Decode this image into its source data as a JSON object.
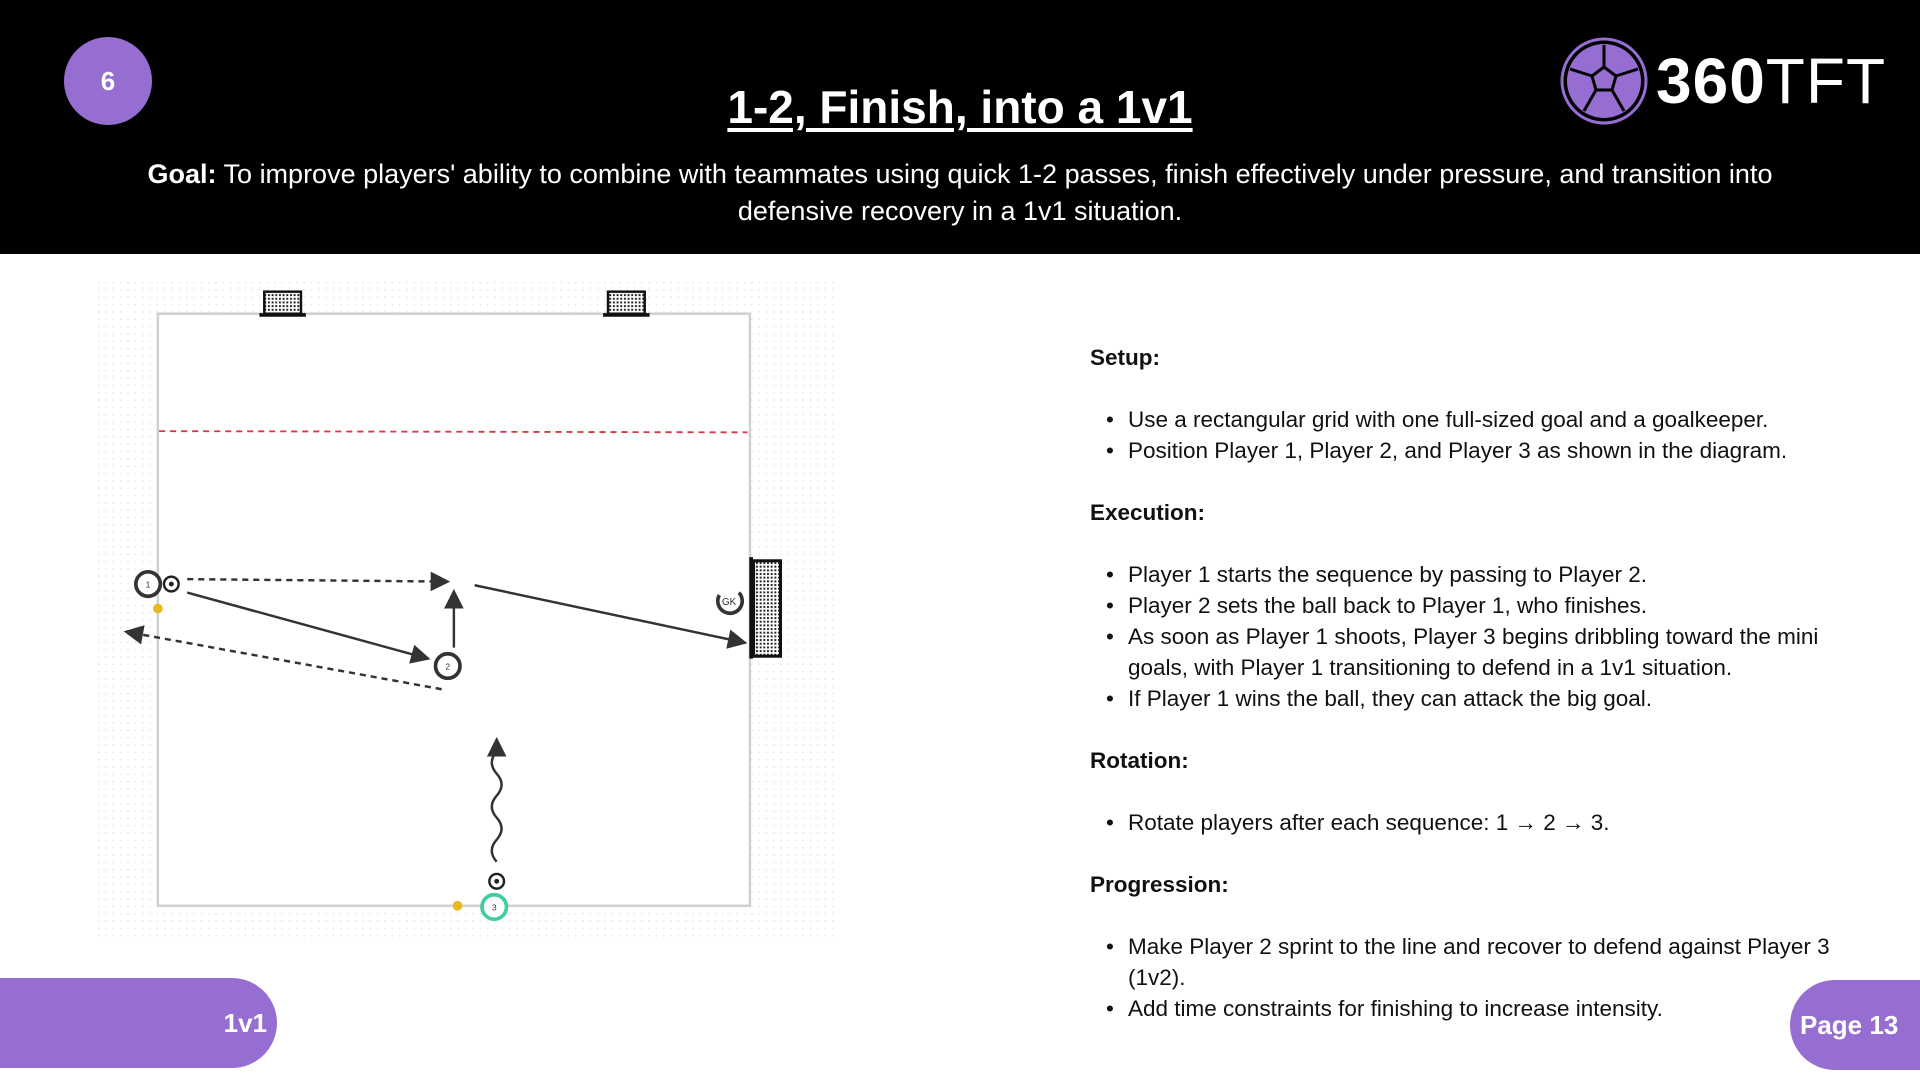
{
  "header": {
    "badge_number": "6",
    "title": "1-2, Finish, into a 1v1",
    "goal_label": "Goal:",
    "goal_text": " To improve players' ability to combine with teammates using quick 1-2 passes, finish effectively under pressure, and transition into defensive recovery in a 1v1 situation.",
    "logo_bold": "360",
    "logo_light": "TFT"
  },
  "diagram": {
    "player_labels": [
      "1",
      "2",
      "3",
      "GK"
    ]
  },
  "sections": [
    {
      "heading": "Setup:",
      "items": [
        "Use a rectangular grid with one full-sized goal and a goalkeeper.",
        "Position Player 1, Player 2, and Player 3 as shown in the diagram."
      ]
    },
    {
      "heading": "Execution:",
      "items": [
        "Player 1 starts the sequence by passing to Player 2.",
        "Player 2 sets the ball back to Player 1, who finishes.",
        "As soon as Player 1 shoots, Player 3 begins dribbling toward the mini goals, with Player 1 transitioning to defend in a 1v1 situation.",
        "If Player 1 wins the ball, they can attack the big goal."
      ]
    },
    {
      "heading": "Rotation:",
      "items": [
        "Rotate players after each sequence: 1 → 2 → 3."
      ]
    },
    {
      "heading": "Progression:",
      "items": [
        "Make Player 2 sprint to the line and recover to defend against Player 3 (1v2).",
        "Add time constraints for finishing to increase intensity."
      ]
    }
  ],
  "footer": {
    "category": "1v1",
    "page": "Page 13"
  },
  "colors": {
    "accent": "#966dd1",
    "header_bg": "#000000",
    "line_red": "#d9384a",
    "player3": "#3ecf9a",
    "marker": "#e8b923"
  }
}
